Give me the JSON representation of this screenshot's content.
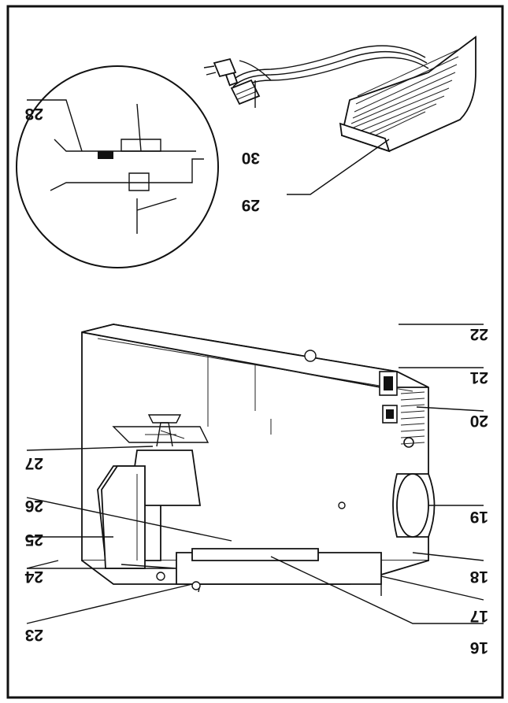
{
  "frame": {
    "border_color": "#111111",
    "background": "#ffffff"
  },
  "callouts": [
    {
      "id": "16",
      "label": "16"
    },
    {
      "id": "17",
      "label": "17"
    },
    {
      "id": "18",
      "label": "18"
    },
    {
      "id": "19",
      "label": "19"
    },
    {
      "id": "20",
      "label": "20"
    },
    {
      "id": "21",
      "label": "21"
    },
    {
      "id": "22",
      "label": "22"
    },
    {
      "id": "23",
      "label": "23"
    },
    {
      "id": "24",
      "label": "24"
    },
    {
      "id": "25",
      "label": "25"
    },
    {
      "id": "26",
      "label": "26"
    },
    {
      "id": "27",
      "label": "27"
    },
    {
      "id": "28",
      "label": "28"
    },
    {
      "id": "29",
      "label": "29"
    },
    {
      "id": "30",
      "label": "30"
    }
  ]
}
